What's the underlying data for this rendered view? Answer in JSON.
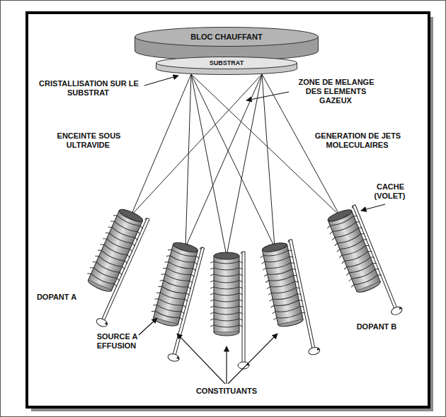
{
  "diagram": {
    "nodes": [
      {
        "text": [
          "BLOC CHAUFFANT"
        ]
      },
      {
        "text": [
          "SUBSTRAT"
        ]
      }
    ],
    "labels": [
      "CRISTALLISATION SUR LE SUBSTRAT",
      "ZONE DE MELANGE DES ELEMENTS GAZEUX",
      "ENCEINTE SOUS ULTRAVIDE",
      "GENERATION DE JETS MOLECULAIRES",
      "CACHE (VOLET)",
      "DOPANT A",
      "DOPANT B",
      "SOURCE A EFFUSION",
      "CONSTITUANTS"
    ]
  }
}
